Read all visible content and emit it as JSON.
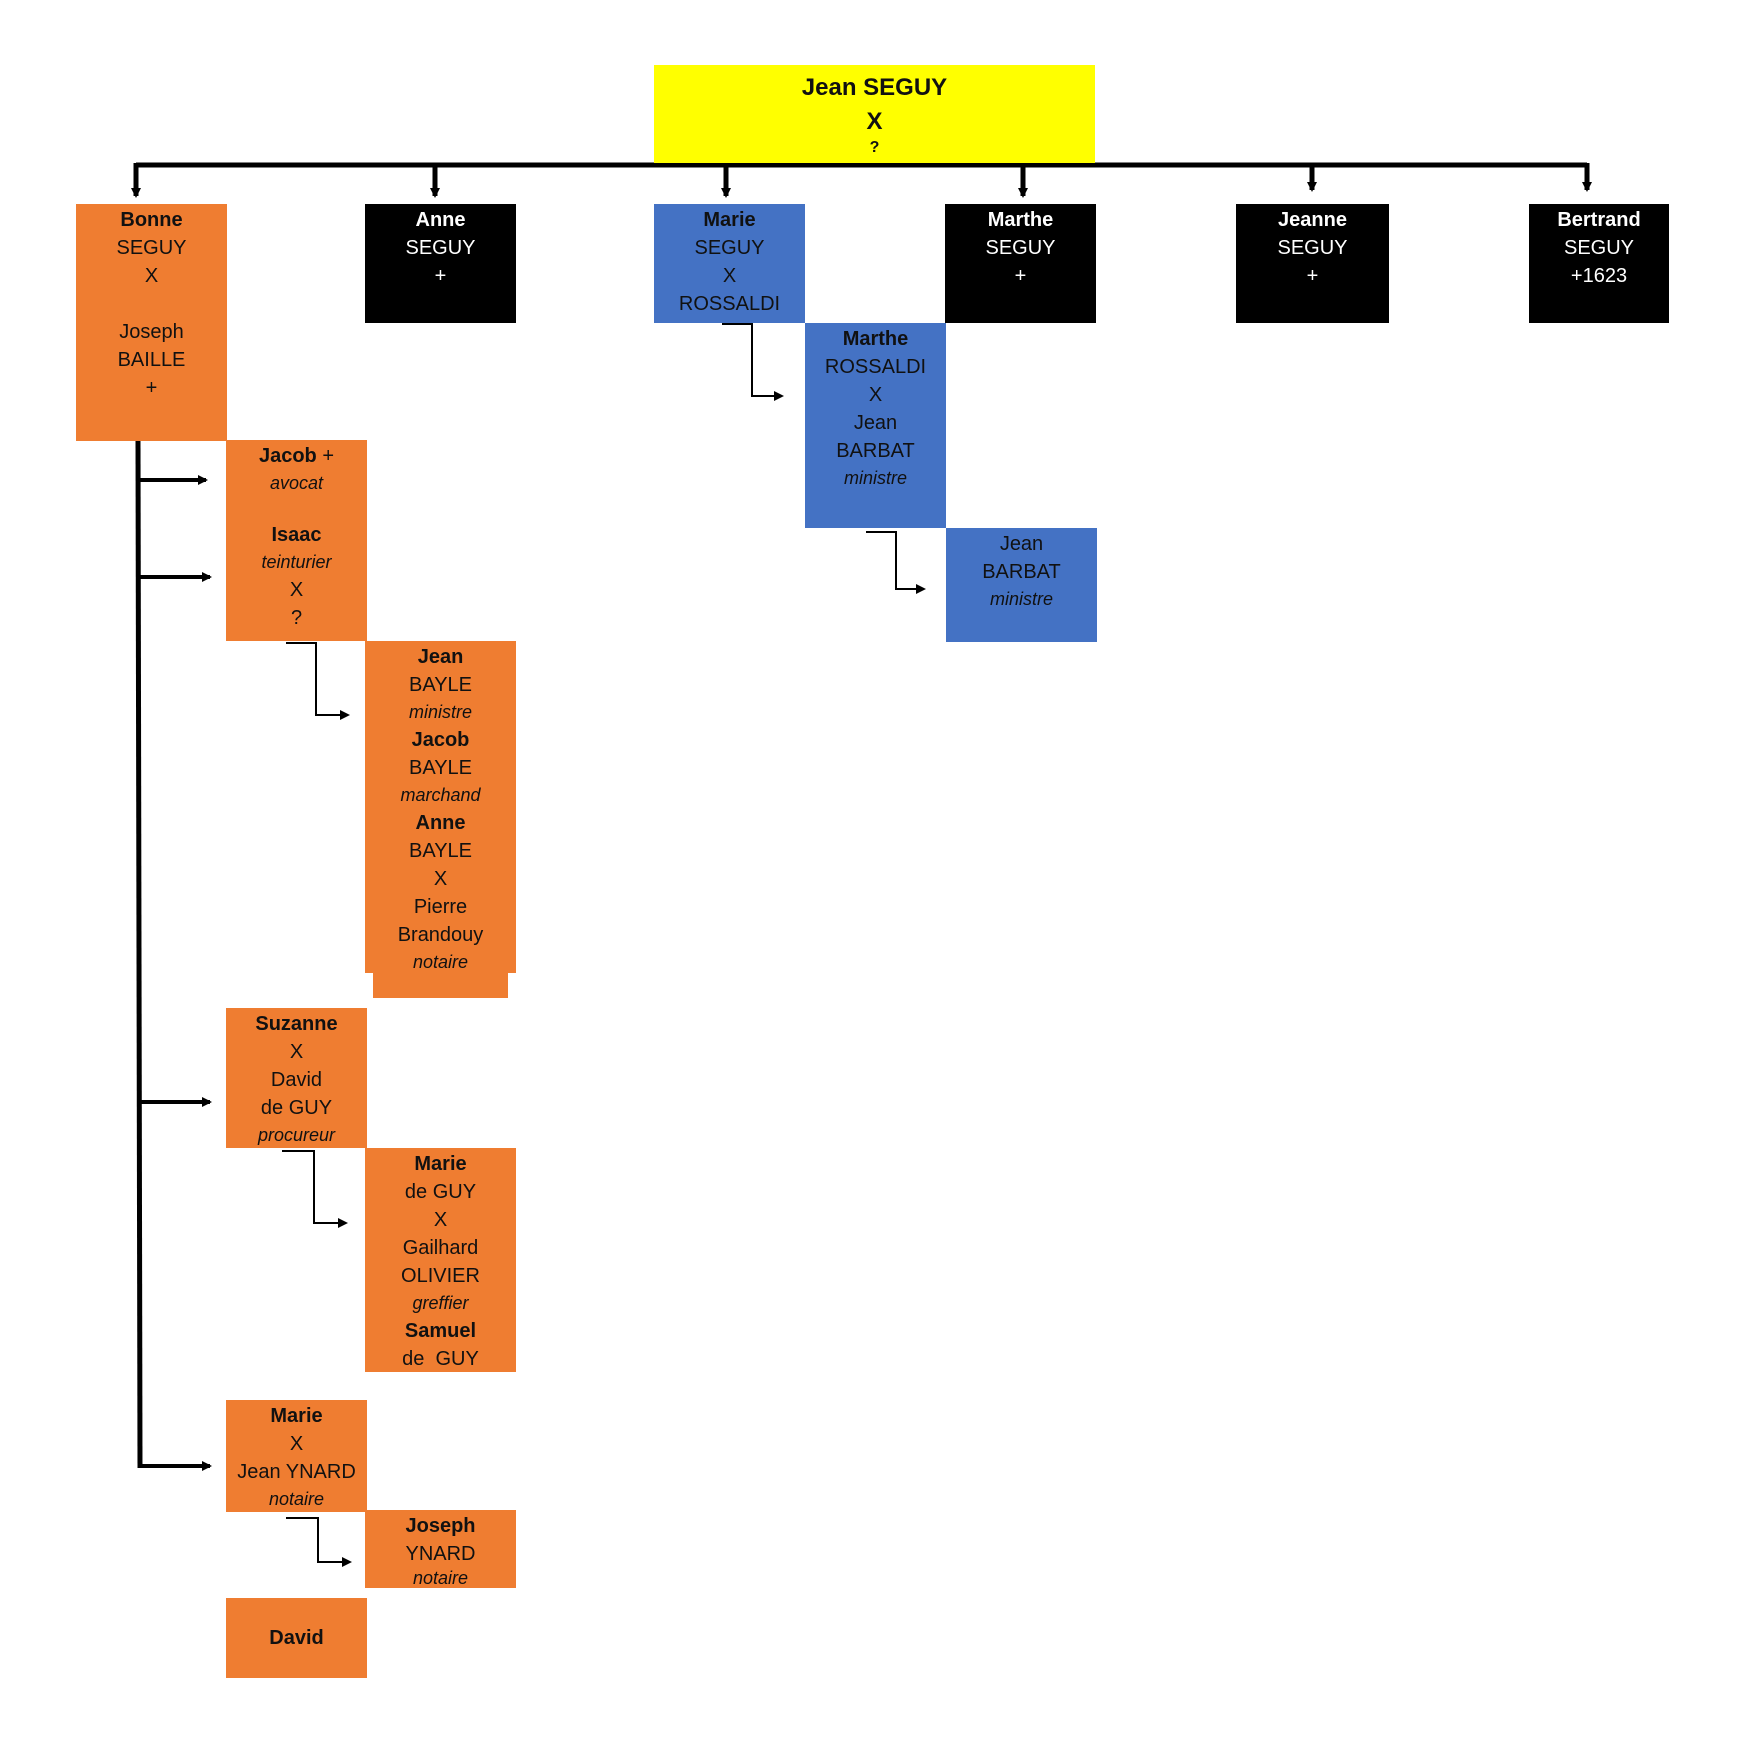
{
  "colors": {
    "root": "#ffff00",
    "bonne_line": "#ef7d31",
    "marie_line": "#4472c4",
    "no_descendants": "#000000",
    "connector": "#000000"
  },
  "root": {
    "name": "Jean SEGUY",
    "marriage": "X",
    "spouse": "?"
  },
  "children": {
    "bonne": {
      "first": "Bonne",
      "last": "SEGUY",
      "marriage": "X",
      "spouse_first": "Joseph",
      "spouse_last": "BAILLE",
      "mark": "+"
    },
    "anne": {
      "first": "Anne",
      "last": "SEGUY",
      "mark": "+"
    },
    "marie": {
      "first": "Marie",
      "last": "SEGUY",
      "marriage": "X",
      "spouse": "ROSSALDI"
    },
    "marthe": {
      "first": "Marthe",
      "last": "SEGUY",
      "mark": "+"
    },
    "jeanne": {
      "first": "Jeanne",
      "last": "SEGUY",
      "mark": "+"
    },
    "bertrand": {
      "first": "Bertrand",
      "last": "SEGUY",
      "mark": "+1623"
    }
  },
  "marie_line": {
    "marthe_rossaldi": {
      "first": "Marthe",
      "last": "ROSSALDI",
      "marriage": "X",
      "spouse_first": "Jean",
      "spouse_last": "BARBAT",
      "spouse_job": "ministre"
    },
    "jean_barbat": {
      "first": "Jean",
      "last": "BARBAT",
      "job": "ministre"
    }
  },
  "bonne_line": {
    "jacob_isaac": {
      "jacob": "Jacob",
      "jacob_mark": "+",
      "jacob_job": "avocat",
      "isaac": "Isaac",
      "isaac_job": "teinturier",
      "marriage": "X",
      "spouse": "?"
    },
    "bayle": {
      "p1_first": "Jean",
      "p1_last": "BAYLE",
      "p1_job": "ministre",
      "p2_first": "Jacob",
      "p2_last": "BAYLE",
      "p2_job": "marchand",
      "p3_first": "Anne",
      "p3_last": "BAYLE",
      "p3_marriage": "X",
      "p3_spouse_first": "Pierre",
      "p3_spouse_last": "Brandouy",
      "p3_spouse_job": "notaire"
    },
    "suzanne": {
      "first": "Suzanne",
      "marriage": "X",
      "spouse_first": "David",
      "spouse_last": "de GUY",
      "spouse_job": "procureur"
    },
    "de_guy": {
      "p1_first": "Marie",
      "p1_last": "de GUY",
      "p1_marriage": "X",
      "p1_spouse_first": "Gailhard",
      "p1_spouse_last": "OLIVIER",
      "p1_spouse_job": "greffier",
      "p2_first": "Samuel",
      "p2_last": "de  GUY"
    },
    "marie_ynard": {
      "first": "Marie",
      "marriage": "X",
      "spouse": "Jean YNARD",
      "spouse_job": "notaire"
    },
    "joseph_ynard": {
      "first": "Joseph",
      "last": "YNARD",
      "job": "notaire"
    },
    "david": {
      "first": "David"
    }
  }
}
